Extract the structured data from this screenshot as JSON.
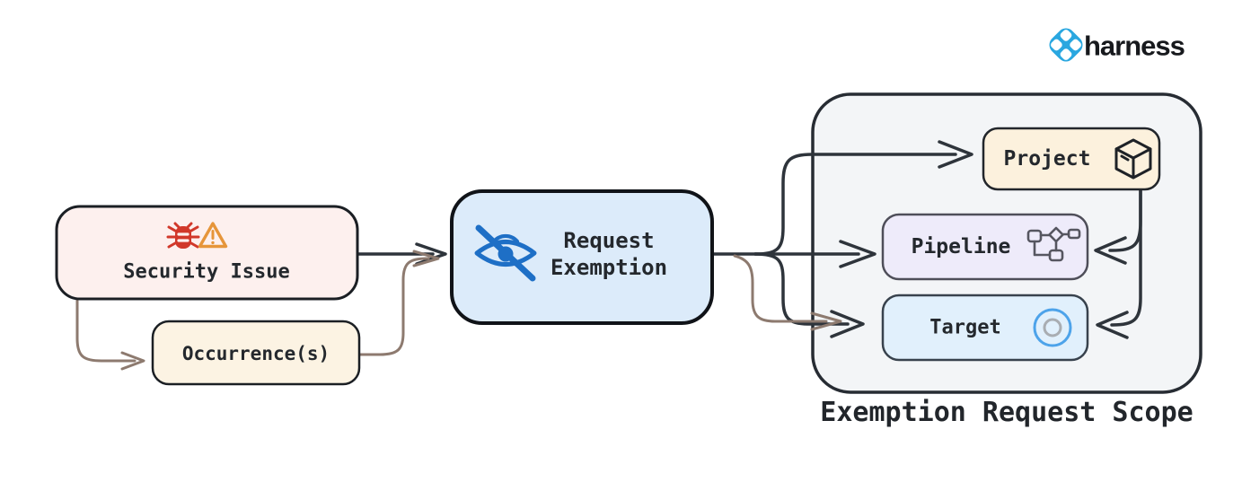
{
  "brand": {
    "name": "harness",
    "logo_color": "#2aa7e0",
    "logo_inner_color": "#ffffff"
  },
  "nodes": {
    "security_issue": {
      "label": "Security Issue",
      "fill": "#fdf0ee",
      "stroke": "#1b1f24",
      "icons": [
        "bug-icon",
        "warning-icon"
      ]
    },
    "occurrences": {
      "label": "Occurrence(s)",
      "fill": "#fcf3e3",
      "stroke": "#1b1f24"
    },
    "request_exemption": {
      "label_line1": "Request",
      "label_line2": "Exemption",
      "fill": "#dcebfa",
      "stroke": "#101318",
      "icons": [
        "eye-off-icon"
      ]
    },
    "project": {
      "label": "Project",
      "fill": "#fcf1dd",
      "stroke": "#22262b",
      "icons": [
        "cube-icon"
      ]
    },
    "pipeline": {
      "label": "Pipeline",
      "fill": "#eeebfa",
      "stroke": "#4e4e59",
      "icons": [
        "pipeline-icon"
      ]
    },
    "target": {
      "label": "Target",
      "fill": "#e1f0fc",
      "stroke": "#38424d",
      "icons": [
        "target-icon"
      ]
    }
  },
  "scope": {
    "caption": "Exemption Request Scope",
    "fill": "#f3f5f7",
    "stroke": "#272c33"
  },
  "icons": {
    "bug": "#d1382a",
    "warning": "#e6953a",
    "eye_off": "#1e6fc6",
    "cube": "#1e2227",
    "pipeline_gray": "#565660",
    "target_outer": "#4da3ea",
    "target_inner": "#a9adb2"
  },
  "connectors": {
    "primary_color": "#2e343b",
    "secondary_color": "#8d7a6f"
  },
  "edges": [
    {
      "from": "security_issue",
      "to": "request_exemption",
      "style": "primary"
    },
    {
      "from": "security_issue",
      "to": "occurrences",
      "style": "secondary"
    },
    {
      "from": "occurrences",
      "to": "request_exemption",
      "style": "secondary"
    },
    {
      "from": "request_exemption",
      "to": "project",
      "style": "primary"
    },
    {
      "from": "request_exemption",
      "to": "pipeline",
      "style": "primary"
    },
    {
      "from": "request_exemption",
      "to": "target",
      "style": "primary"
    },
    {
      "from": "request_exemption",
      "to": "target",
      "style": "secondary"
    },
    {
      "from": "project",
      "to": "pipeline",
      "style": "primary"
    },
    {
      "from": "project",
      "to": "target",
      "style": "primary"
    }
  ]
}
